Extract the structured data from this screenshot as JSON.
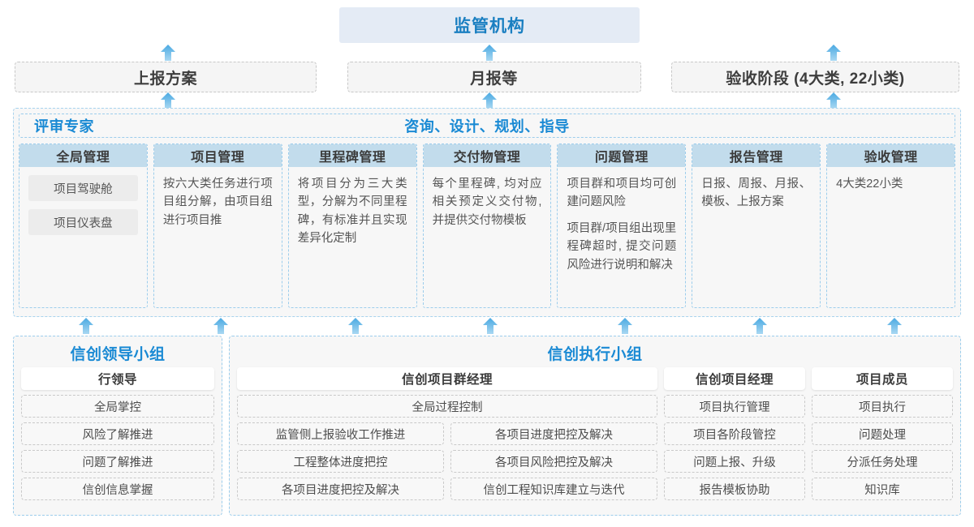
{
  "top": {
    "regulator_label": "监管机构",
    "reports": [
      {
        "label": "上报方案"
      },
      {
        "label": "月报等"
      },
      {
        "label": "验收阶段 (4大类, 22小类)"
      }
    ]
  },
  "middle": {
    "header_left": "评审专家",
    "header_center": "咨询、设计、规划、指导",
    "columns": [
      {
        "title": "全局管理",
        "chips": [
          "项目驾驶舱",
          "项目仪表盘"
        ],
        "paragraphs": []
      },
      {
        "title": "项目管理",
        "chips": [],
        "paragraphs": [
          "按六大类任务进行项目组分解，由项目组进行项目推"
        ]
      },
      {
        "title": "里程碑管理",
        "chips": [],
        "paragraphs": [
          "将项目分为三大类型，分解为不同里程碑，有标准并且实现差异化定制"
        ]
      },
      {
        "title": "交付物管理",
        "chips": [],
        "paragraphs": [
          "每个里程碑, 均对应相关预定义交付物, 并提供交付物模板"
        ]
      },
      {
        "title": "问题管理",
        "chips": [],
        "paragraphs": [
          "项目群和项目均可创建问题风险",
          "项目群/项目组出现里程碑超时, 提交问题风险进行说明和解决"
        ]
      },
      {
        "title": "报告管理",
        "chips": [],
        "paragraphs": [
          "日报、周报、月报、模板、上报方案"
        ]
      },
      {
        "title": "验收管理",
        "chips": [],
        "paragraphs": [
          "4大类22小类"
        ]
      }
    ]
  },
  "bottom": {
    "leading_group": {
      "title": "信创领导小组",
      "role": "行领导",
      "tasks": [
        "全局掌控",
        "风险了解推进",
        "问题了解推进",
        "信创信息掌握"
      ]
    },
    "exec_group": {
      "title": "信创执行小组",
      "program_manager": {
        "role": "信创项目群经理",
        "full_width_task": "全局过程控制",
        "left_tasks": [
          "监管侧上报验收工作推进",
          "工程整体进度把控",
          "各项目进度把控及解决"
        ],
        "right_tasks": [
          "各项目进度把控及解决",
          "各项目风险把控及解决",
          "信创工程知识库建立与迭代"
        ]
      },
      "project_manager": {
        "role": "信创项目经理",
        "tasks": [
          "项目执行管理",
          "项目各阶段管控",
          "问题上报、升级",
          "报告模板协助"
        ]
      },
      "project_member": {
        "role": "项目成员",
        "tasks": [
          "项目执行",
          "问题处理",
          "分派任务处理",
          "知识库"
        ]
      }
    }
  },
  "arrows": {
    "icon": "arrow-up-icon",
    "color": "#4aa8e0",
    "top_row_x": [
      196,
      592,
      1016
    ],
    "mid_row_x": [
      96,
      262,
      428,
      594,
      760,
      926,
      1092
    ]
  }
}
